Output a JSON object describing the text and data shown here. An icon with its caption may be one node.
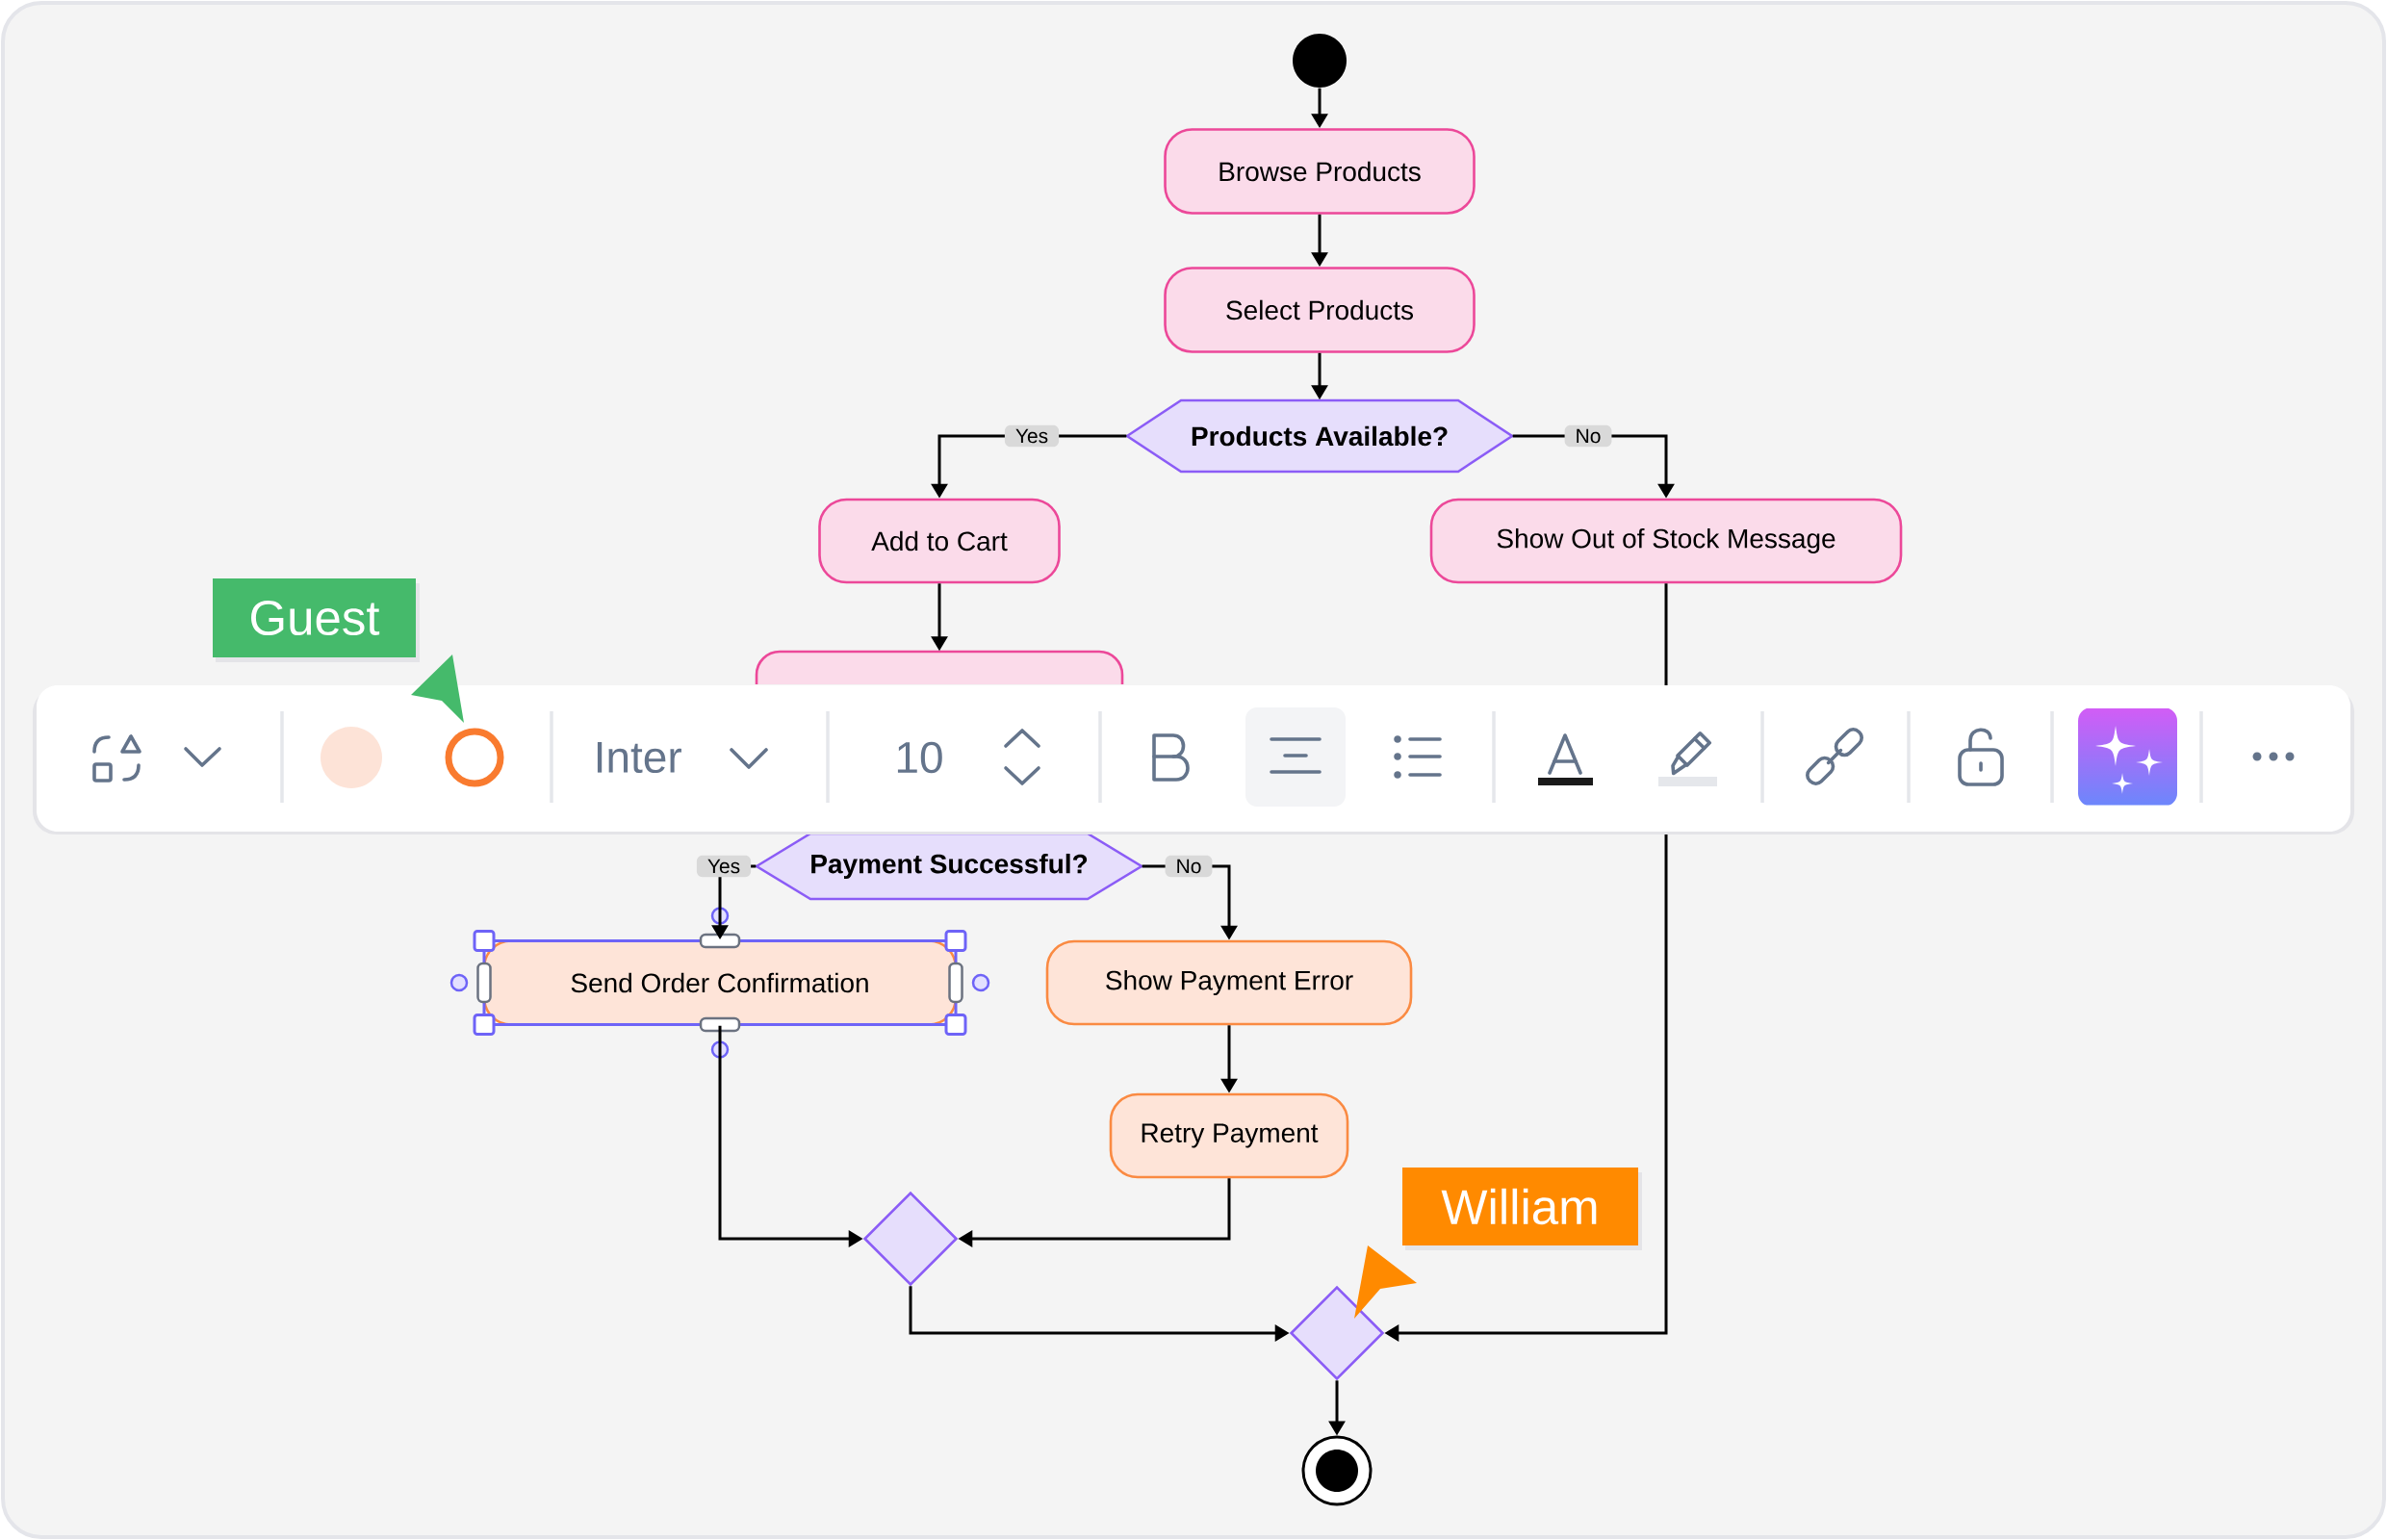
{
  "diagram": {
    "nodes": [
      {
        "text": [],
        "shape": "circle"
      },
      {
        "text": [
          "Browse Products"
        ]
      },
      {
        "text": [
          "Select Products"
        ]
      },
      {
        "text": [
          "Products Available?"
        ]
      },
      {
        "text": [
          "Add to Cart"
        ]
      },
      {
        "text": [
          "Show Out of Stock Message"
        ]
      },
      {
        "text": [],
        "shape": "box"
      },
      {
        "text": [
          "Payment Successful?"
        ]
      },
      {
        "text": [
          "Send Order Confirmation"
        ]
      },
      {
        "text": [
          "Show Payment Error"
        ]
      },
      {
        "text": [
          "Retry Payment"
        ]
      },
      {
        "text": [],
        "shape": "diamond"
      },
      {
        "text": [],
        "shape": "diamond"
      },
      {
        "text": [],
        "shape": "circle"
      }
    ],
    "edges": [
      {
        "from": 0,
        "to": 1,
        "arrow": "to"
      },
      {
        "from": 1,
        "to": 2,
        "arrow": "to"
      },
      {
        "from": 2,
        "to": 3,
        "arrow": "to"
      },
      {
        "from": 3,
        "to": 4,
        "arrow": "to",
        "label": "Yes"
      },
      {
        "from": 3,
        "to": 5,
        "arrow": "to",
        "label": "No"
      },
      {
        "from": 4,
        "to": 6,
        "arrow": "to"
      },
      {
        "from": 5,
        "to": 12,
        "arrow": "to"
      },
      {
        "from": 7,
        "to": 8,
        "arrow": "to",
        "label": "Yes"
      },
      {
        "from": 7,
        "to": 9,
        "arrow": "to",
        "label": "No"
      },
      {
        "from": 9,
        "to": 10,
        "arrow": "to"
      },
      {
        "from": 8,
        "to": 11,
        "arrow": "to"
      },
      {
        "from": 10,
        "to": 11,
        "arrow": "to"
      },
      {
        "from": 11,
        "to": 12,
        "arrow": "to"
      },
      {
        "from": 12,
        "to": 13,
        "arrow": "to"
      }
    ],
    "labels": [
      "Guest",
      "Inter",
      "10",
      "William"
    ]
  }
}
